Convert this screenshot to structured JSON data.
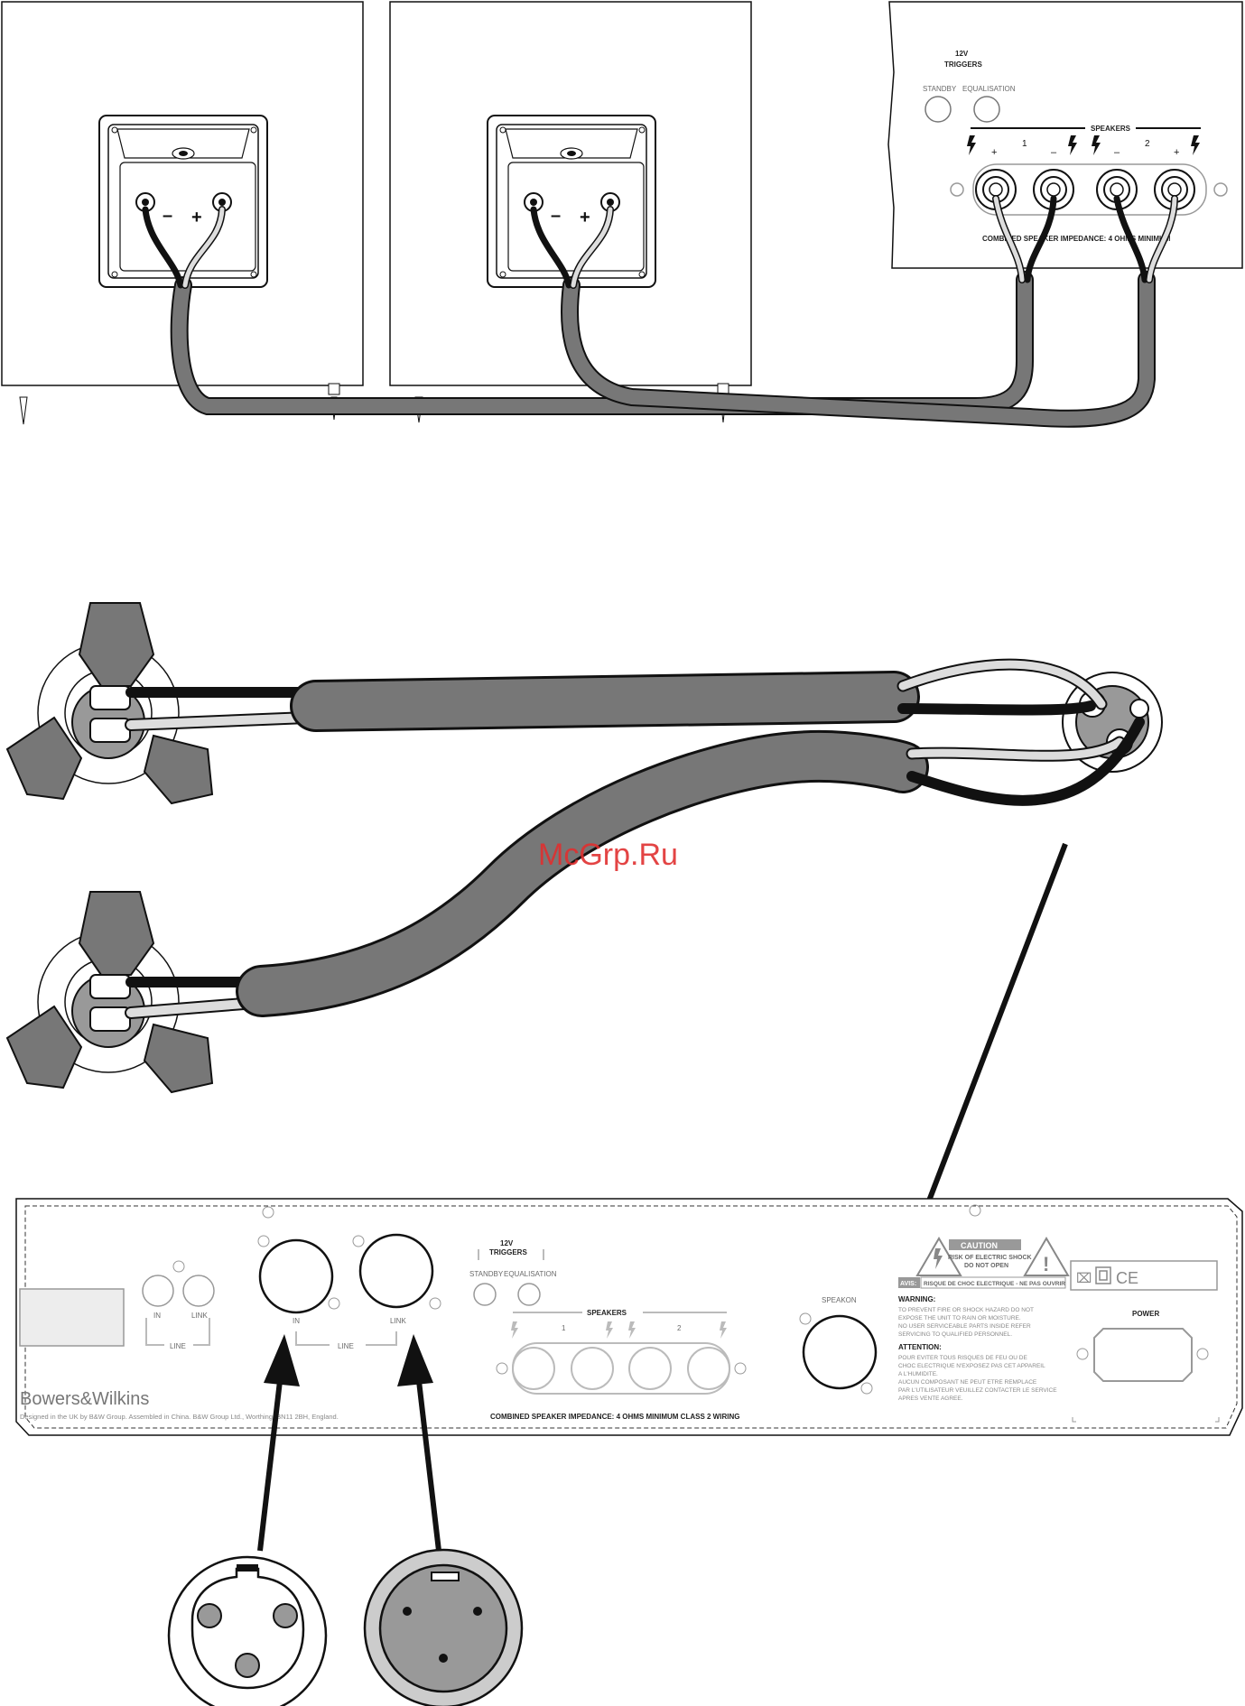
{
  "watermark": "McGrp.Ru",
  "top_amp": {
    "triggers": "12V\nTRIGGERS",
    "standby": "STANDBY",
    "equalisation": "EQUALISATION",
    "speakers": "SPEAKERS",
    "ch1": "1",
    "ch2": "2",
    "plus": "+",
    "minus": "–",
    "impedance": "COMBINED SPEAKER IMPEDANCE: 4 OHMS MINIMUM"
  },
  "speaker_terminals": {
    "minus": "–",
    "plus": "+"
  },
  "rear_panel": {
    "brand": "Bowers&Wilkins",
    "designed": "Designed in the UK by B&W Group.  Assembled in China.  B&W Group Ltd., Worthing, BN11 2BH, England.",
    "in": "IN",
    "link": "LINK",
    "line": "LINE",
    "triggers_12v": "12V",
    "triggers": "TRIGGERS",
    "standby": "STANDBY",
    "equalisation": "EQUALISATION",
    "speakers": "SPEAKERS",
    "ch1": "1",
    "ch2": "2",
    "impedance": "COMBINED SPEAKER IMPEDANCE:  4 OHMS MINIMUM   CLASS 2 WIRING",
    "speakon": "SPEAKON",
    "caution": "CAUTION",
    "risk": "RISK OF ELECTRIC SHOCK",
    "do_not_open": "DO NOT OPEN",
    "avis": "AVIS:",
    "avis_text": "RISQUE DE CHOC ELECTRIQUE - NE PAS OUVRIR",
    "warning": "WARNING:",
    "warning_text": [
      "TO PREVENT FIRE OR SHOCK HAZARD DO NOT",
      "EXPOSE THE UNIT TO RAIN OR MOISTURE.",
      "NO USER SERVICEABLE PARTS INSIDE REFER",
      "SERVICING TO QUALIFIED PERSONNEL."
    ],
    "attention": "ATTENTION:",
    "attention_text": [
      "POUR EVITER TOUS RISQUES DE FEU OU DE",
      "CHOC ELECTRIQUE N'EXPOSEZ PAS CET APPAREIL",
      "A L'HUMIDITE.",
      "AUCUN COMPOSANT NE PEUT ETRE REMPLACE",
      "PAR L'UTILISATEUR VEUILLEZ CONTACTER LE SERVICE",
      "APRES VENTE AGREE."
    ],
    "power": "POWER"
  }
}
